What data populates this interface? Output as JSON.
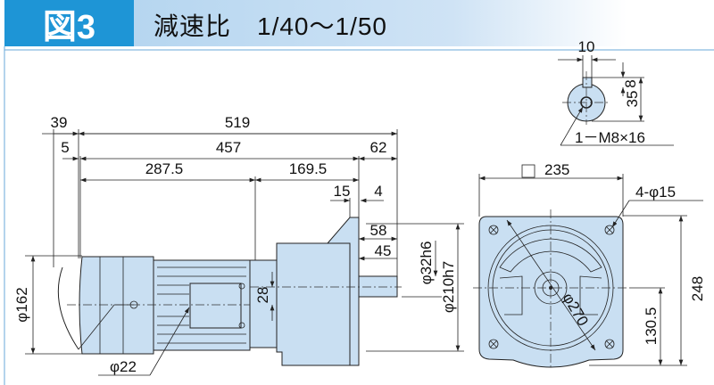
{
  "header": {
    "figure_label": "図3",
    "title": "減速比　1/40〜1/50"
  },
  "side_view": {
    "dims": {
      "d39": "39",
      "d519": "519",
      "d5": "5",
      "d457": "457",
      "d62": "62",
      "d287_5": "287.5",
      "d169_5": "169.5",
      "d15": "15",
      "d4": "4",
      "d58": "58",
      "d45": "45",
      "d32h6": "φ32h6",
      "d210h7": "φ210h7",
      "d162": "φ162",
      "d28": "28",
      "d22": "φ22"
    }
  },
  "shaft_end": {
    "dims": {
      "d10": "10",
      "d8": "8",
      "d35": "35",
      "tap": "1－M8×16"
    }
  },
  "front_view": {
    "dims": {
      "d235": "235",
      "holes": "4-φ15",
      "d270": "φ270",
      "d248": "248",
      "d130_5": "130.5"
    }
  },
  "colors": {
    "accent": "#1e95d6",
    "body_fill": "#c9dff2"
  }
}
